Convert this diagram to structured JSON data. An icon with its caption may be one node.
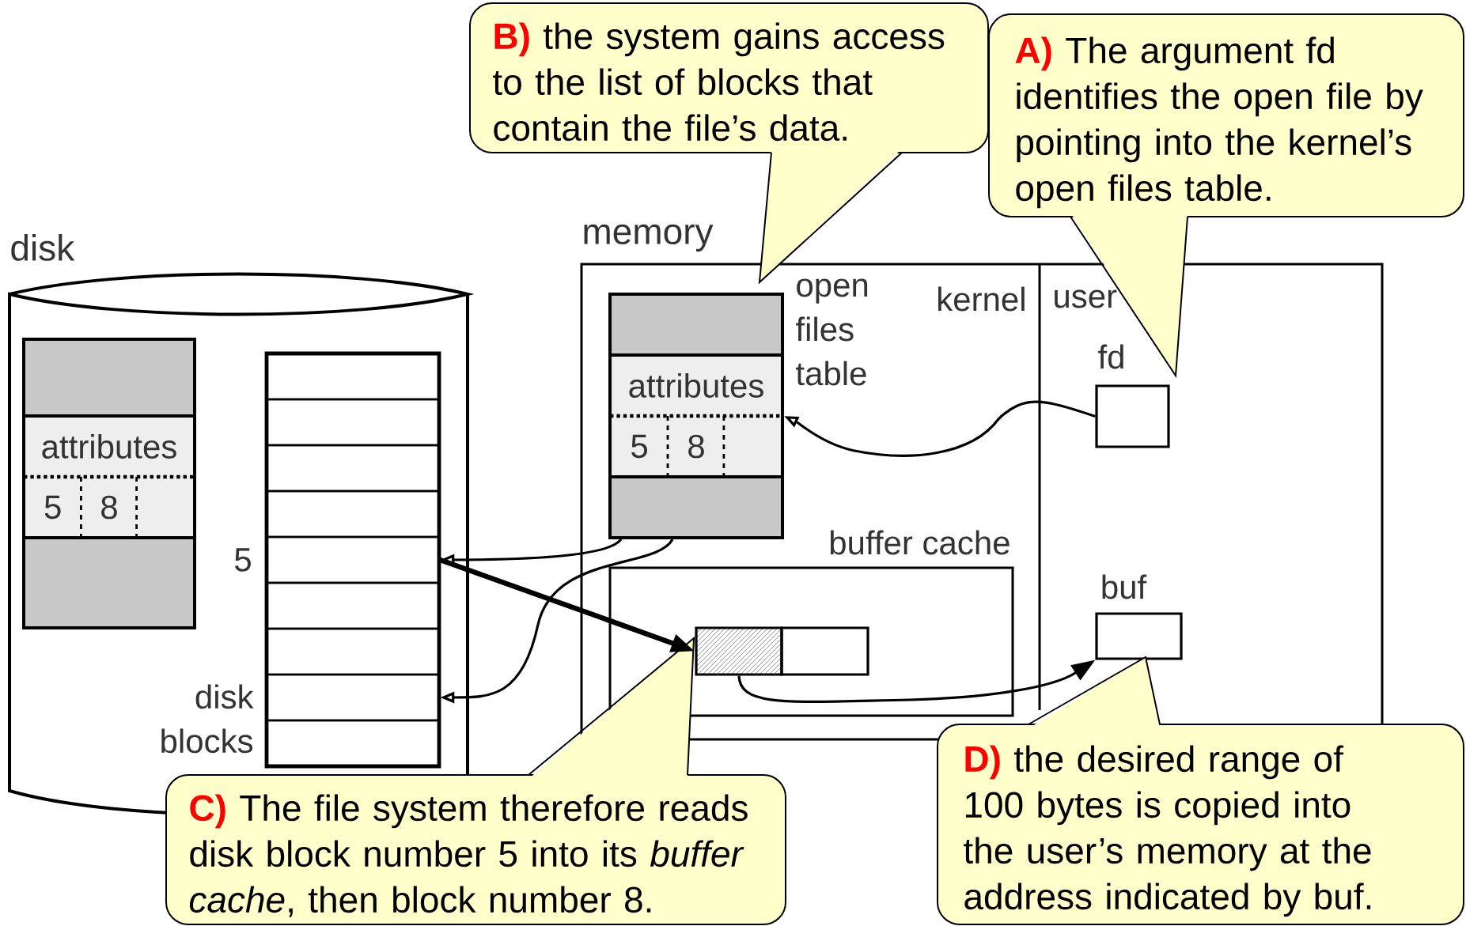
{
  "diagram": {
    "nodes": [
      {
        "text": [
          "B)",
          "the system gains access to the list of blocks that contain the file’s data."
        ]
      },
      {
        "text": [
          "A)",
          "The argument fd identifies the open file by pointing into the kernel’s open files table."
        ]
      },
      {
        "text": [
          "disk"
        ]
      },
      {
        "text": [
          "attributes",
          "5",
          "8"
        ],
        "in": 2
      },
      {
        "text": [],
        "shape": "box",
        "in": 2,
        "beside": [
          "disk blocks"
        ]
      },
      {
        "text": [],
        "shape": "box",
        "in": 4
      },
      {
        "text": [],
        "shape": "box",
        "in": 4
      },
      {
        "text": [],
        "shape": "box",
        "in": 4
      },
      {
        "text": [],
        "shape": "box",
        "in": 4
      },
      {
        "text": [],
        "shape": "box",
        "in": 4,
        "beside": [
          "5"
        ]
      },
      {
        "text": [],
        "shape": "box",
        "in": 4
      },
      {
        "text": [],
        "shape": "box",
        "in": 4
      },
      {
        "text": [],
        "shape": "box",
        "in": 4
      },
      {
        "text": [],
        "shape": "box",
        "in": 4
      },
      {
        "text": [
          "memory",
          "kernel",
          "user"
        ]
      },
      {
        "text": [
          "open files table",
          "attributes",
          "5",
          "8"
        ],
        "in": 14
      },
      {
        "text": [
          "buffer cache"
        ],
        "in": 14
      },
      {
        "text": [],
        "shape": "box",
        "in": 16
      },
      {
        "text": [],
        "shape": "box",
        "in": 16
      },
      {
        "text": [
          "fd"
        ],
        "in": 14
      },
      {
        "text": [
          "buf"
        ],
        "in": 14
      },
      {
        "text": [
          "C)",
          "The file system therefore reads disk block number 5 into its *buffer cache*, then block number 8."
        ]
      },
      {
        "text": [
          "D)",
          "the desired range of 100 bytes is copied into the user’s memory at the address indicated by buf."
        ]
      }
    ],
    "edges": [
      {
        "from": 19,
        "to": 15,
        "arrow": "to"
      },
      {
        "from": 15,
        "to": 9,
        "arrow": "to"
      },
      {
        "from": 15,
        "to": 12,
        "arrow": "to"
      },
      {
        "from": 9,
        "to": 17,
        "arrow": "to",
        "style": "thick"
      },
      {
        "from": 17,
        "to": 20,
        "arrow": "to"
      }
    ]
  }
}
